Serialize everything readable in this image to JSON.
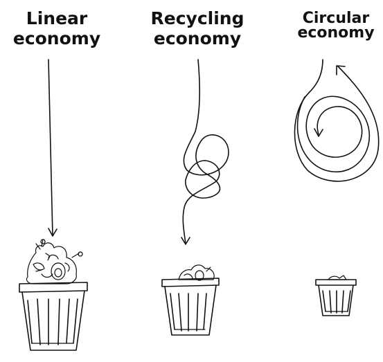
{
  "headings": {
    "linear": [
      "Linear",
      "economy"
    ],
    "recycling": [
      "Recycling",
      "economy"
    ],
    "circular": [
      "Circular",
      "economy"
    ]
  }
}
